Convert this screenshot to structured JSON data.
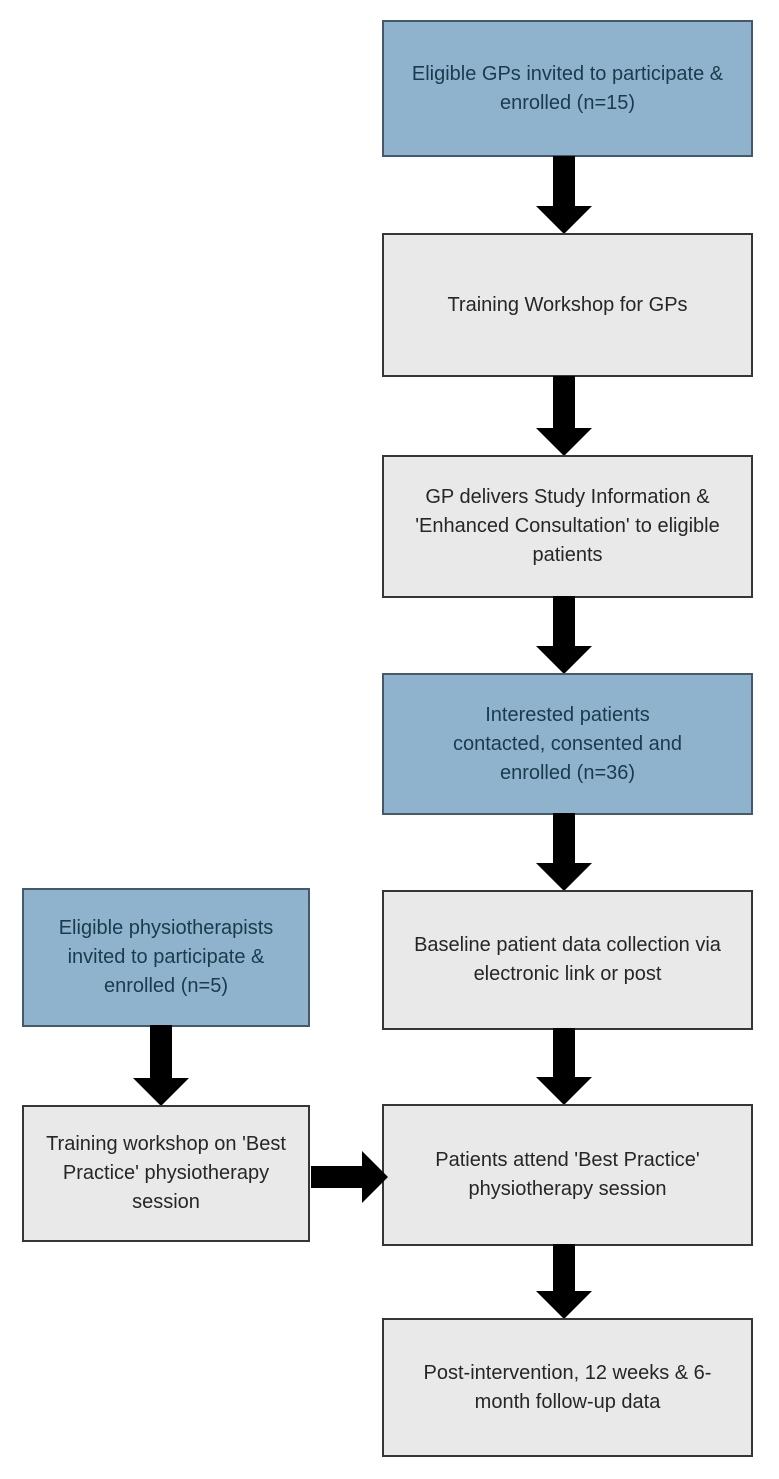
{
  "colors": {
    "background": "#FFFFFF",
    "primary_fill": "#8FB3CC",
    "primary_border": "#44596B",
    "primary_text": "#1B3A4E",
    "secondary_fill": "#E9E9E9",
    "secondary_border": "#363636",
    "secondary_text": "#262626",
    "arrow": "#000000"
  },
  "nodes": {
    "gps_enrolled": {
      "label": "Eligible GPs invited to participate &\nenrolled (n=15)",
      "style": "primary"
    },
    "gp_training": {
      "label": "Training Workshop for GPs",
      "style": "secondary"
    },
    "study_information": {
      "label": "GP delivers Study Information &\n'Enhanced Consultation' to eligible\npatients",
      "style": "secondary"
    },
    "patients_enrolled": {
      "label": "Interested patients\ncontacted, consented and\nenrolled (n=36)",
      "style": "primary"
    },
    "baseline_data": {
      "label": "Baseline patient data collection via\nelectronic link or post",
      "style": "secondary"
    },
    "physios_enrolled": {
      "label": "Eligible physiotherapists\ninvited to participate &\nenrolled (n=5)",
      "style": "primary"
    },
    "physio_training": {
      "label": "Training workshop on 'Best\nPractice' physiotherapy\nsession",
      "style": "secondary"
    },
    "best_practice_session": {
      "label": "Patients attend 'Best Practice'\nphysiotherapy session",
      "style": "secondary"
    },
    "follow_up": {
      "label": "Post-intervention, 12 weeks & 6-\nmonth follow-up data",
      "style": "secondary"
    }
  }
}
